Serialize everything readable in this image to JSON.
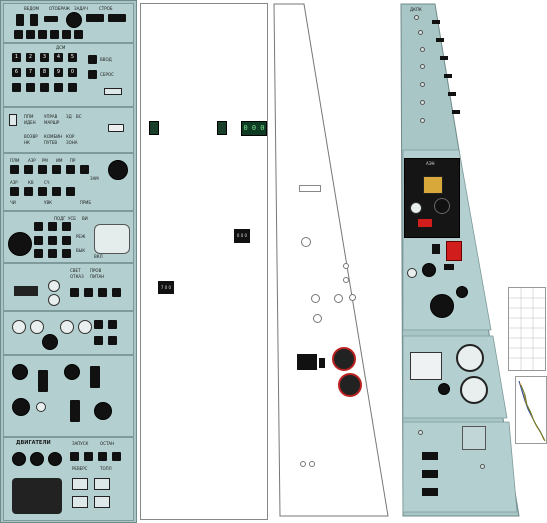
{
  "panel1": {
    "top_labels": [
      "ВЕДОМ",
      "ОТОБРАЖ",
      "ЗАДАЧ",
      "СТРОБ"
    ],
    "keypad_title": "ДСМ",
    "keypad_keys": [
      "1",
      "2",
      "3",
      "4",
      "5",
      "6",
      "7",
      "8",
      "9",
      "0"
    ],
    "side_labels": [
      "ВВОД",
      "СБРОС"
    ],
    "nav_labels": [
      "ППМ",
      "ИДЕН",
      "УПРАВ",
      "МАРШР",
      "ЗД",
      "ВС",
      "ВОЗВР",
      "НК",
      "КОМБИН",
      "ПУТЕВ",
      "КОР",
      "ЗОНА"
    ],
    "mode_labels": [
      "ПЛМ",
      "АЗР",
      "РМ",
      "ИМ",
      "ПР",
      "АЗР",
      "КВ",
      "СЧ",
      "ЗАМ",
      "ЧИ",
      "УВК",
      "ПРИБ"
    ],
    "mid_labels": [
      "ПОДГ",
      "УСБ",
      "ВИ",
      "ВКЛ",
      "РЕЖ",
      "ВЫК"
    ],
    "lower_labels": [
      "СВЕТ",
      "ОТКАЗ",
      "ПРОВ",
      "ПИТАН"
    ],
    "bottom_title": "ДВИГАТЕЛИ",
    "bottom_labels": [
      "ЗАПУСК",
      "ОСТАН",
      "РЕВЕРС",
      "ТОПЛ"
    ]
  },
  "panel2": {
    "readout_small": "7 0 0",
    "green_display": "0 0 0",
    "code_display": "0 0 0"
  },
  "panel4": {
    "top_label": "ДКПК",
    "display_label": "АЭН"
  },
  "chart_strip": {
    "type": "line",
    "series": [
      {
        "color": "#1f3f9c"
      },
      {
        "color": "#d18a1c"
      },
      {
        "color": "#6a7c2a"
      }
    ]
  }
}
